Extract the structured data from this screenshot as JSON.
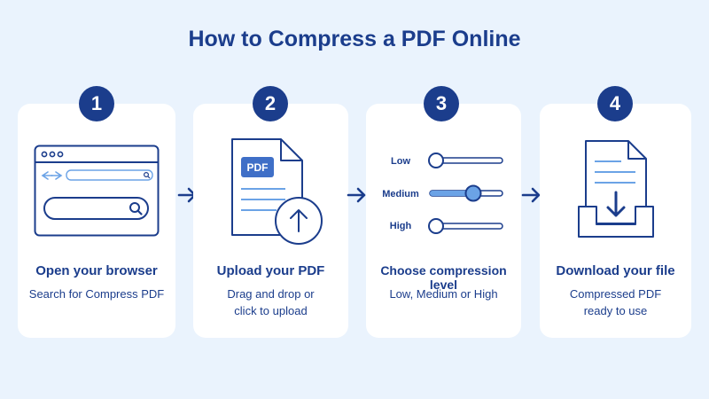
{
  "title": "How to Compress a PDF Online",
  "steps": [
    {
      "number": "1",
      "title": "Open your browser",
      "desc": "Search for Compress PDF"
    },
    {
      "number": "2",
      "title": "Upload your PDF",
      "desc": "Drag and drop or click to upload",
      "pdf_label": "PDF"
    },
    {
      "number": "3",
      "title": "Choose compression level",
      "desc": "Low, Medium or High"
    },
    {
      "number": "4",
      "title": "Download your file",
      "desc": "Compressed PDF ready to use"
    }
  ],
  "levels": [
    {
      "label": "Low",
      "selected": false
    },
    {
      "label": "Medium",
      "selected": true
    },
    {
      "label": "High",
      "selected": false
    }
  ],
  "colors": {
    "background": "#eaf3fd",
    "primary": "#1b3d8c",
    "accent": "#6ba3e6",
    "card": "#ffffff"
  },
  "icons": [
    "browser-window-icon",
    "pdf-upload-icon",
    "compression-sliders-icon",
    "download-file-icon",
    "arrow-right-icon"
  ]
}
